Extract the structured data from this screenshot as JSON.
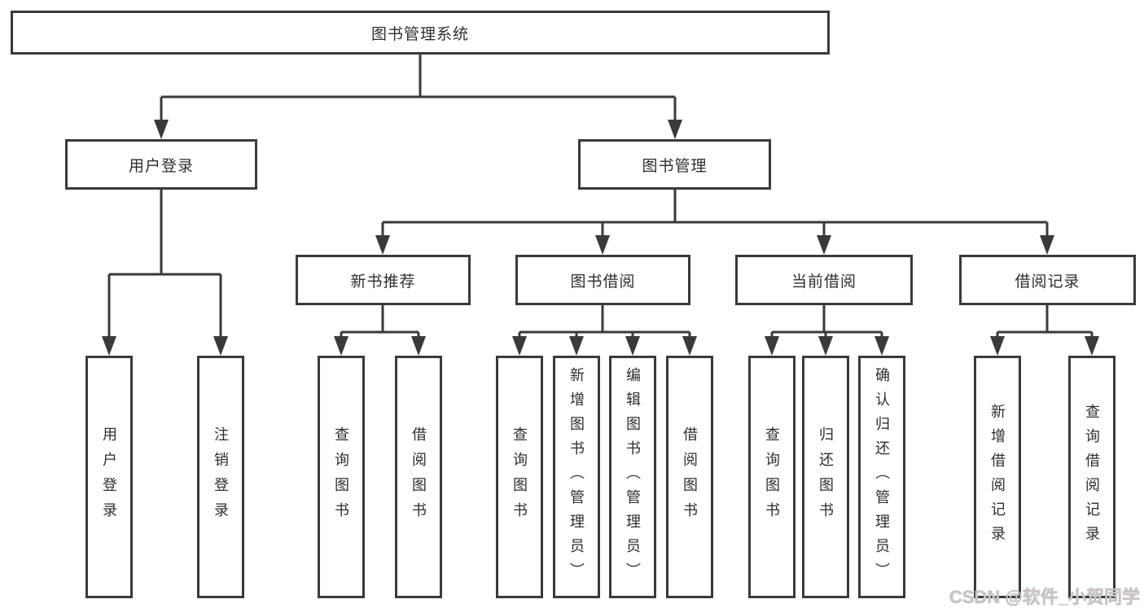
{
  "tree": {
    "label": "图书管理系统",
    "children": [
      {
        "label": "用户登录",
        "children": [
          {
            "label": "用户登录"
          },
          {
            "label": "注销登录"
          }
        ]
      },
      {
        "label": "图书管理",
        "children": [
          {
            "label": "新书推荐",
            "children": [
              {
                "label": "查询图书"
              },
              {
                "label": "借阅图书"
              }
            ]
          },
          {
            "label": "图书借阅",
            "children": [
              {
                "label": "查询图书"
              },
              {
                "label": "新增图书（管理员）"
              },
              {
                "label": "编辑图书（管理员）"
              },
              {
                "label": "借阅图书"
              }
            ]
          },
          {
            "label": "当前借阅",
            "children": [
              {
                "label": "查询图书"
              },
              {
                "label": "归还图书"
              },
              {
                "label": "确认归还（管理员）"
              }
            ]
          },
          {
            "label": "借阅记录",
            "children": [
              {
                "label": "新增借阅记录"
              },
              {
                "label": "查询借阅记录"
              }
            ]
          }
        ]
      }
    ]
  },
  "watermark": {
    "text": "CSDN @软件_小贺同学"
  },
  "colors": {
    "line": "#3a3a3a",
    "box_border": "#3a3a3a",
    "box_background": "#ffffff",
    "text": "#2e2e2e",
    "watermark": "#c9c4c3"
  }
}
